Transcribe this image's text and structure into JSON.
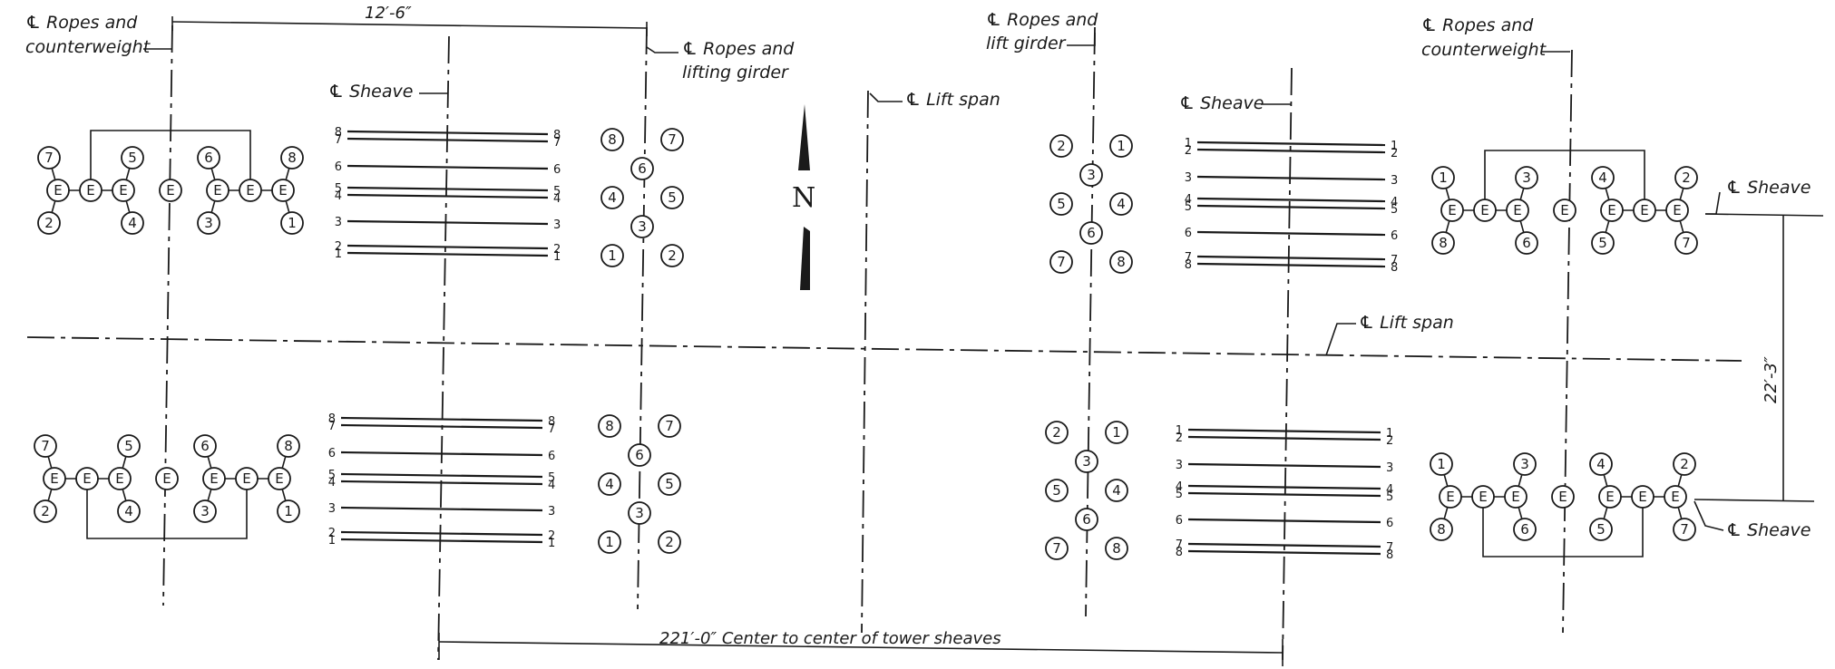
{
  "labels": {
    "ropes_counterweight_nw": [
      "℄ Ropes and",
      "counterweight"
    ],
    "ropes_lifting_girder": [
      "℄ Ropes and",
      "lifting girder"
    ],
    "sheave_w": "℄ Sheave",
    "lift_span_top": "℄ Lift span",
    "ropes_lift_girder_e": [
      "℄ Ropes and",
      "lift girder"
    ],
    "sheave_e": "℄ Sheave",
    "ropes_counterweight_ne": [
      "℄ Ropes and",
      "counterweight"
    ],
    "sheave_ne": "℄ Sheave",
    "sheave_se": "℄ Sheave",
    "lift_span_mid": "℄ Lift span",
    "north": "N"
  },
  "dimensions": {
    "top": "12′-6″",
    "bottom": "221′-0″ Center to center of tower sheaves",
    "right": "22′-3″"
  },
  "equalizer_mark": "E",
  "rope_numbers": {
    "west_left_order": [
      "8",
      "7",
      "6",
      "5",
      "4",
      "3",
      "2",
      "1"
    ],
    "west_right_order": [
      "8",
      "7",
      "6",
      "5",
      "4",
      "3",
      "2",
      "1"
    ],
    "east_left_order": [
      "1",
      "2",
      "3",
      "4",
      "5",
      "6",
      "7",
      "8"
    ],
    "east_right_order": [
      "1",
      "2",
      "3",
      "4",
      "5",
      "6",
      "7",
      "8"
    ],
    "west_sheave_circles": [
      "8",
      "7",
      "6",
      "4",
      "5",
      "3",
      "1",
      "2"
    ],
    "east_sheave_circles": [
      "2",
      "1",
      "3",
      "5",
      "4",
      "6",
      "7",
      "8"
    ],
    "west_equalizer_top": [
      "7",
      "2",
      "5",
      "4",
      "6",
      "3",
      "8",
      "1"
    ],
    "west_equalizer_bottom": [
      "7",
      "2",
      "5",
      "4",
      "6",
      "3",
      "8",
      "1"
    ],
    "east_equalizer_top": [
      "1",
      "8",
      "3",
      "6",
      "4",
      "5",
      "2",
      "7"
    ],
    "east_equalizer_bottom": [
      "1",
      "8",
      "3",
      "6",
      "4",
      "5",
      "2",
      "7"
    ]
  }
}
